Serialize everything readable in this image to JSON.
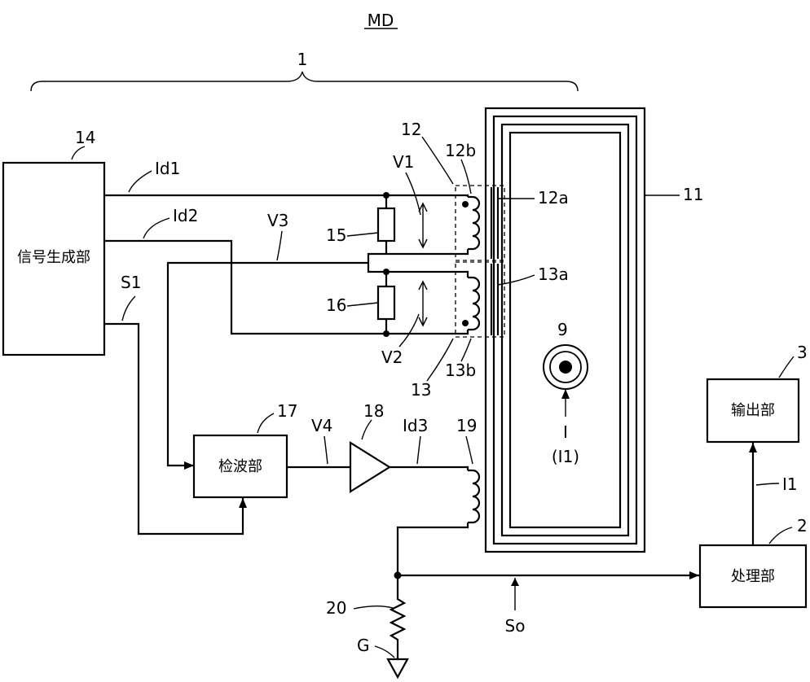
{
  "figure": {
    "title": "MD",
    "device_ref": "1",
    "blocks": {
      "signal_generator": {
        "ref": "14",
        "label": "信号生成部"
      },
      "detector": {
        "ref": "17",
        "label": "检波部"
      },
      "processor": {
        "ref": "2",
        "label": "处理部"
      },
      "output": {
        "ref": "3",
        "label": "输出部"
      }
    },
    "refs": {
      "core": "11",
      "coil_group_upper": "12",
      "coil_upper_b": "12b",
      "coil_upper_a": "12a",
      "coil_group_lower": "13",
      "coil_lower_a": "13a",
      "coil_lower_b": "13b",
      "resistor_upper": "15",
      "resistor_lower": "16",
      "amplifier": "18",
      "feedback_coil": "19",
      "shunt_resistor": "20",
      "conductor": "9"
    },
    "signals": {
      "id1": "Id1",
      "id2": "Id2",
      "s1": "S1",
      "v1": "V1",
      "v2": "V2",
      "v3": "V3",
      "v4": "V4",
      "id3": "Id3",
      "so": "So",
      "i1": "I1",
      "ground": "G",
      "current": "I",
      "current_paren": "(I1)"
    }
  }
}
